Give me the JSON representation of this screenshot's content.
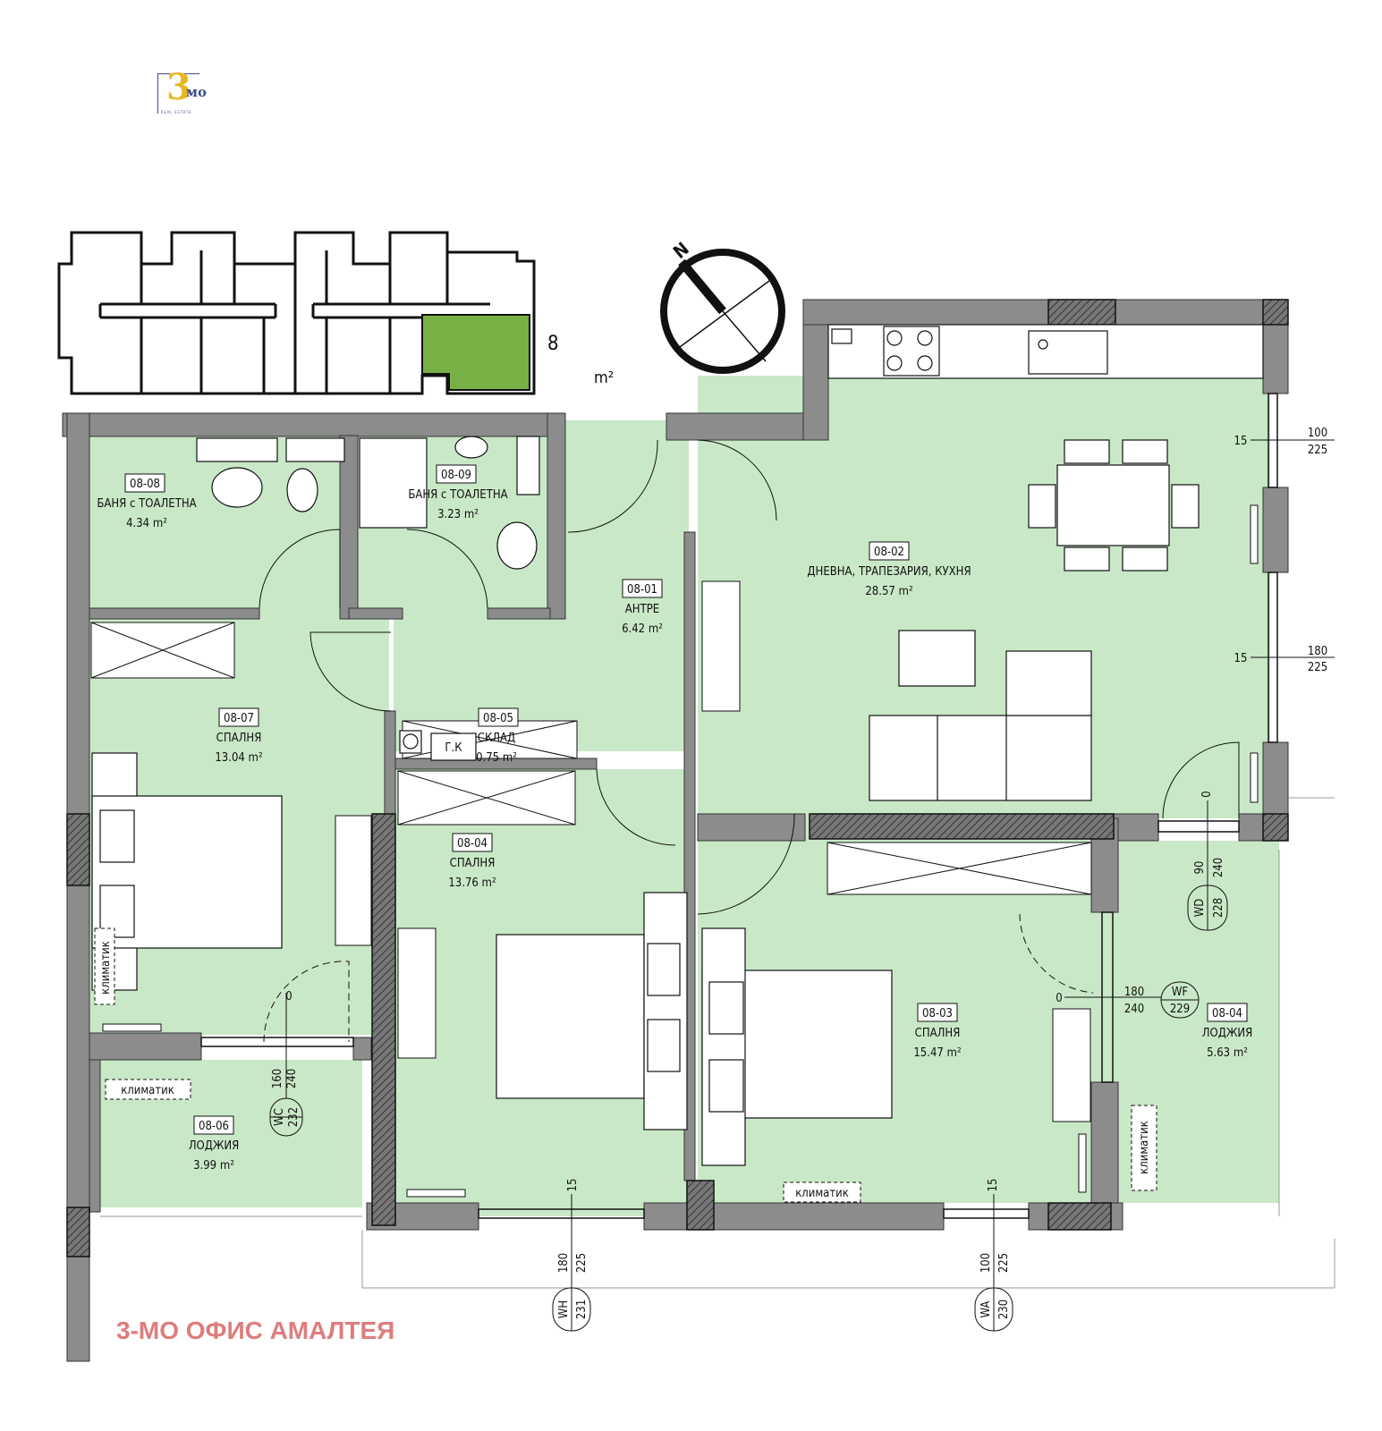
{
  "logo": {
    "number": "3",
    "suffix": "мо",
    "tagline": "REAL ESTATE"
  },
  "office_label": "3-МО ОФИС АМАЛТЕЯ",
  "floor_partial": "8",
  "floor_unit": "m²",
  "compass": {
    "north_label": "N"
  },
  "colors": {
    "room_fill": "#c9e8c7",
    "key_highlight": "#79b045",
    "wall_fill": "#8c8c8c",
    "office_text": "#dd7d7d"
  },
  "rooms": [
    {
      "code": "08-01",
      "name": "АНТРЕ",
      "area": "6.42 m²"
    },
    {
      "code": "08-02",
      "name": "ДНЕВНА, ТРАПЕЗАРИЯ, КУХНЯ",
      "area": "28.57 m²"
    },
    {
      "code": "08-03",
      "name": "СПАЛНЯ",
      "area": "15.47 m²"
    },
    {
      "code": "08-04",
      "name": "СПАЛНЯ",
      "area": "13.76 m²"
    },
    {
      "code": "08-04",
      "name": "ЛОДЖИЯ",
      "area": "5.63 m²"
    },
    {
      "code": "08-05",
      "name": "СКЛАД",
      "area": "0.75 m²"
    },
    {
      "code": "08-06",
      "name": "ЛОДЖИЯ",
      "area": "3.99 m²"
    },
    {
      "code": "08-07",
      "name": "СПАЛНЯ",
      "area": "13.04 m²"
    },
    {
      "code": "08-08",
      "name": "БАНЯ с ТОАЛЕТНА",
      "area": "4.34 m²"
    },
    {
      "code": "08-09",
      "name": "БАНЯ с ТОАЛЕТНА",
      "area": "3.23 m²"
    }
  ],
  "boiler_label": "Г.К",
  "ac_label": "климатик",
  "windows": [
    {
      "id": "WC",
      "number": "232",
      "width": "160",
      "height": "240"
    },
    {
      "id": "WD",
      "number": "228",
      "width": "90",
      "height": "240"
    },
    {
      "id": "WF",
      "number": "229",
      "width": "180",
      "height": "240"
    },
    {
      "id": "WH",
      "number": "231",
      "width": "180",
      "height": "225"
    },
    {
      "id": "WA",
      "number": "230",
      "width": "100",
      "height": "225"
    }
  ],
  "dimensions": {
    "sill": "15",
    "zero": "0",
    "right_upper": {
      "width": "100",
      "height": "225"
    },
    "right_middle": {
      "width": "180",
      "height": "225"
    }
  }
}
